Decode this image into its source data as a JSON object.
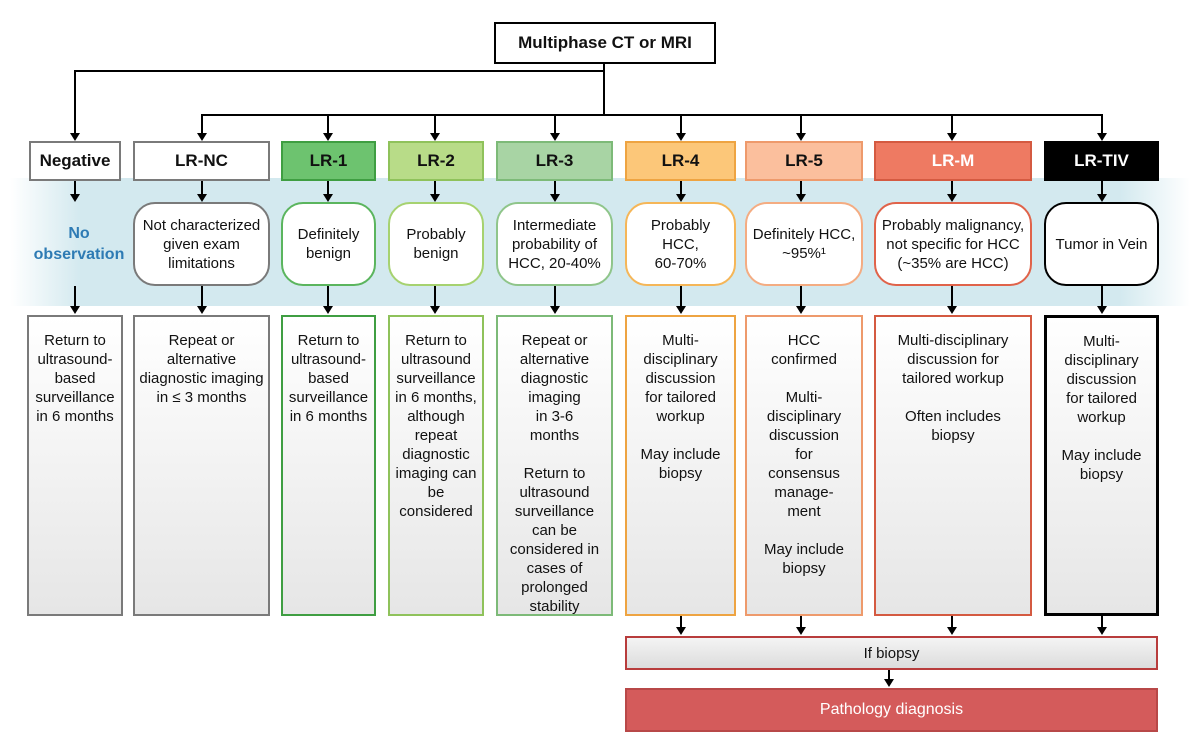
{
  "title": "Multiphase CT or MRI",
  "no_observation": "No\nobservation",
  "columns": [
    {
      "label": "Negative",
      "desc": "",
      "mgmt": "Return to\nultrasound-\nbased\nsurveillance\nin 6 months"
    },
    {
      "label": "LR-NC",
      "desc": "Not characterized\ngiven exam\nlimitations",
      "mgmt": "Repeat or\nalternative\ndiagnostic imaging\nin ≤ 3 months"
    },
    {
      "label": "LR-1",
      "desc": "Definitely\nbenign",
      "mgmt": "Return to\nultrasound-\nbased\nsurveillance\nin 6 months"
    },
    {
      "label": "LR-2",
      "desc": "Probably\nbenign",
      "mgmt": "Return to\nultrasound\nsurveillance\nin 6 months,\nalthough\nrepeat\ndiagnostic\nimaging can\nbe\nconsidered"
    },
    {
      "label": "LR-3",
      "desc": "Intermediate\nprobability of\nHCC, 20-40%",
      "mgmt": "Repeat or\nalternative\ndiagnostic\nimaging\nin 3-6\nmonths\n\nReturn to\nultrasound\nsurveillance\ncan be\nconsidered in\ncases of\nprolonged\nstability"
    },
    {
      "label": "LR-4",
      "desc": "Probably HCC,\n60-70%",
      "mgmt": "Multi-\ndisciplinary\ndiscussion\nfor tailored\nworkup\n\nMay include\nbiopsy"
    },
    {
      "label": "LR-5",
      "desc": "Definitely HCC,\n~95%¹",
      "mgmt": "HCC\nconfirmed\n\nMulti-\ndisciplinary\ndiscussion\nfor\nconsensus\nmanage-\nment\n\nMay include\nbiopsy"
    },
    {
      "label": "LR-M",
      "desc": "Probably malignancy,\nnot specific for HCC\n(~35% are HCC)",
      "mgmt": "Multi-disciplinary\ndiscussion for\ntailored workup\n\nOften includes\nbiopsy"
    },
    {
      "label": "LR-TIV",
      "desc": "Tumor in Vein",
      "mgmt": "Multi-\ndisciplinary\ndiscussion\nfor tailored\nworkup\n\nMay include\nbiopsy"
    }
  ],
  "if_biopsy": "If biopsy",
  "pathology": "Pathology diagnosis",
  "colors": {
    "lr1": "#6dc36f",
    "lr2": "#b8dc88",
    "lr3": "#a8d4a4",
    "lr4": "#fcc779",
    "lr5": "#fbbf9d",
    "lrm": "#ee7a62",
    "lrtiv": "#000000",
    "no_observation_text": "#2e7bb4",
    "pathology_fill": "#d45b5b"
  }
}
